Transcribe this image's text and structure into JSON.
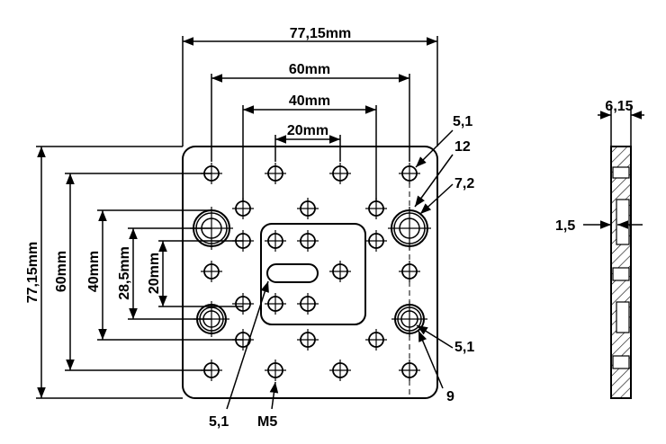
{
  "front_view": {
    "overall_width": "77,15mm",
    "hole_spacing_60": "60mm",
    "hole_spacing_40": "40mm",
    "hole_spacing_20": "20mm",
    "overall_height": "77,15mm",
    "vertical_60": "60mm",
    "vertical_40": "40mm",
    "vertical_28_5": "28,5mm",
    "vertical_20": "20mm",
    "callouts": {
      "hole_5_1_top": "5,1",
      "dia_12": "12",
      "dia_7_2": "7,2",
      "hole_5_1_bottom": "5,1",
      "dia_9": "9",
      "slot_5_1": "5,1",
      "thread_m5": "M5"
    }
  },
  "side_view": {
    "thickness": "6,15",
    "step": "1,5"
  }
}
